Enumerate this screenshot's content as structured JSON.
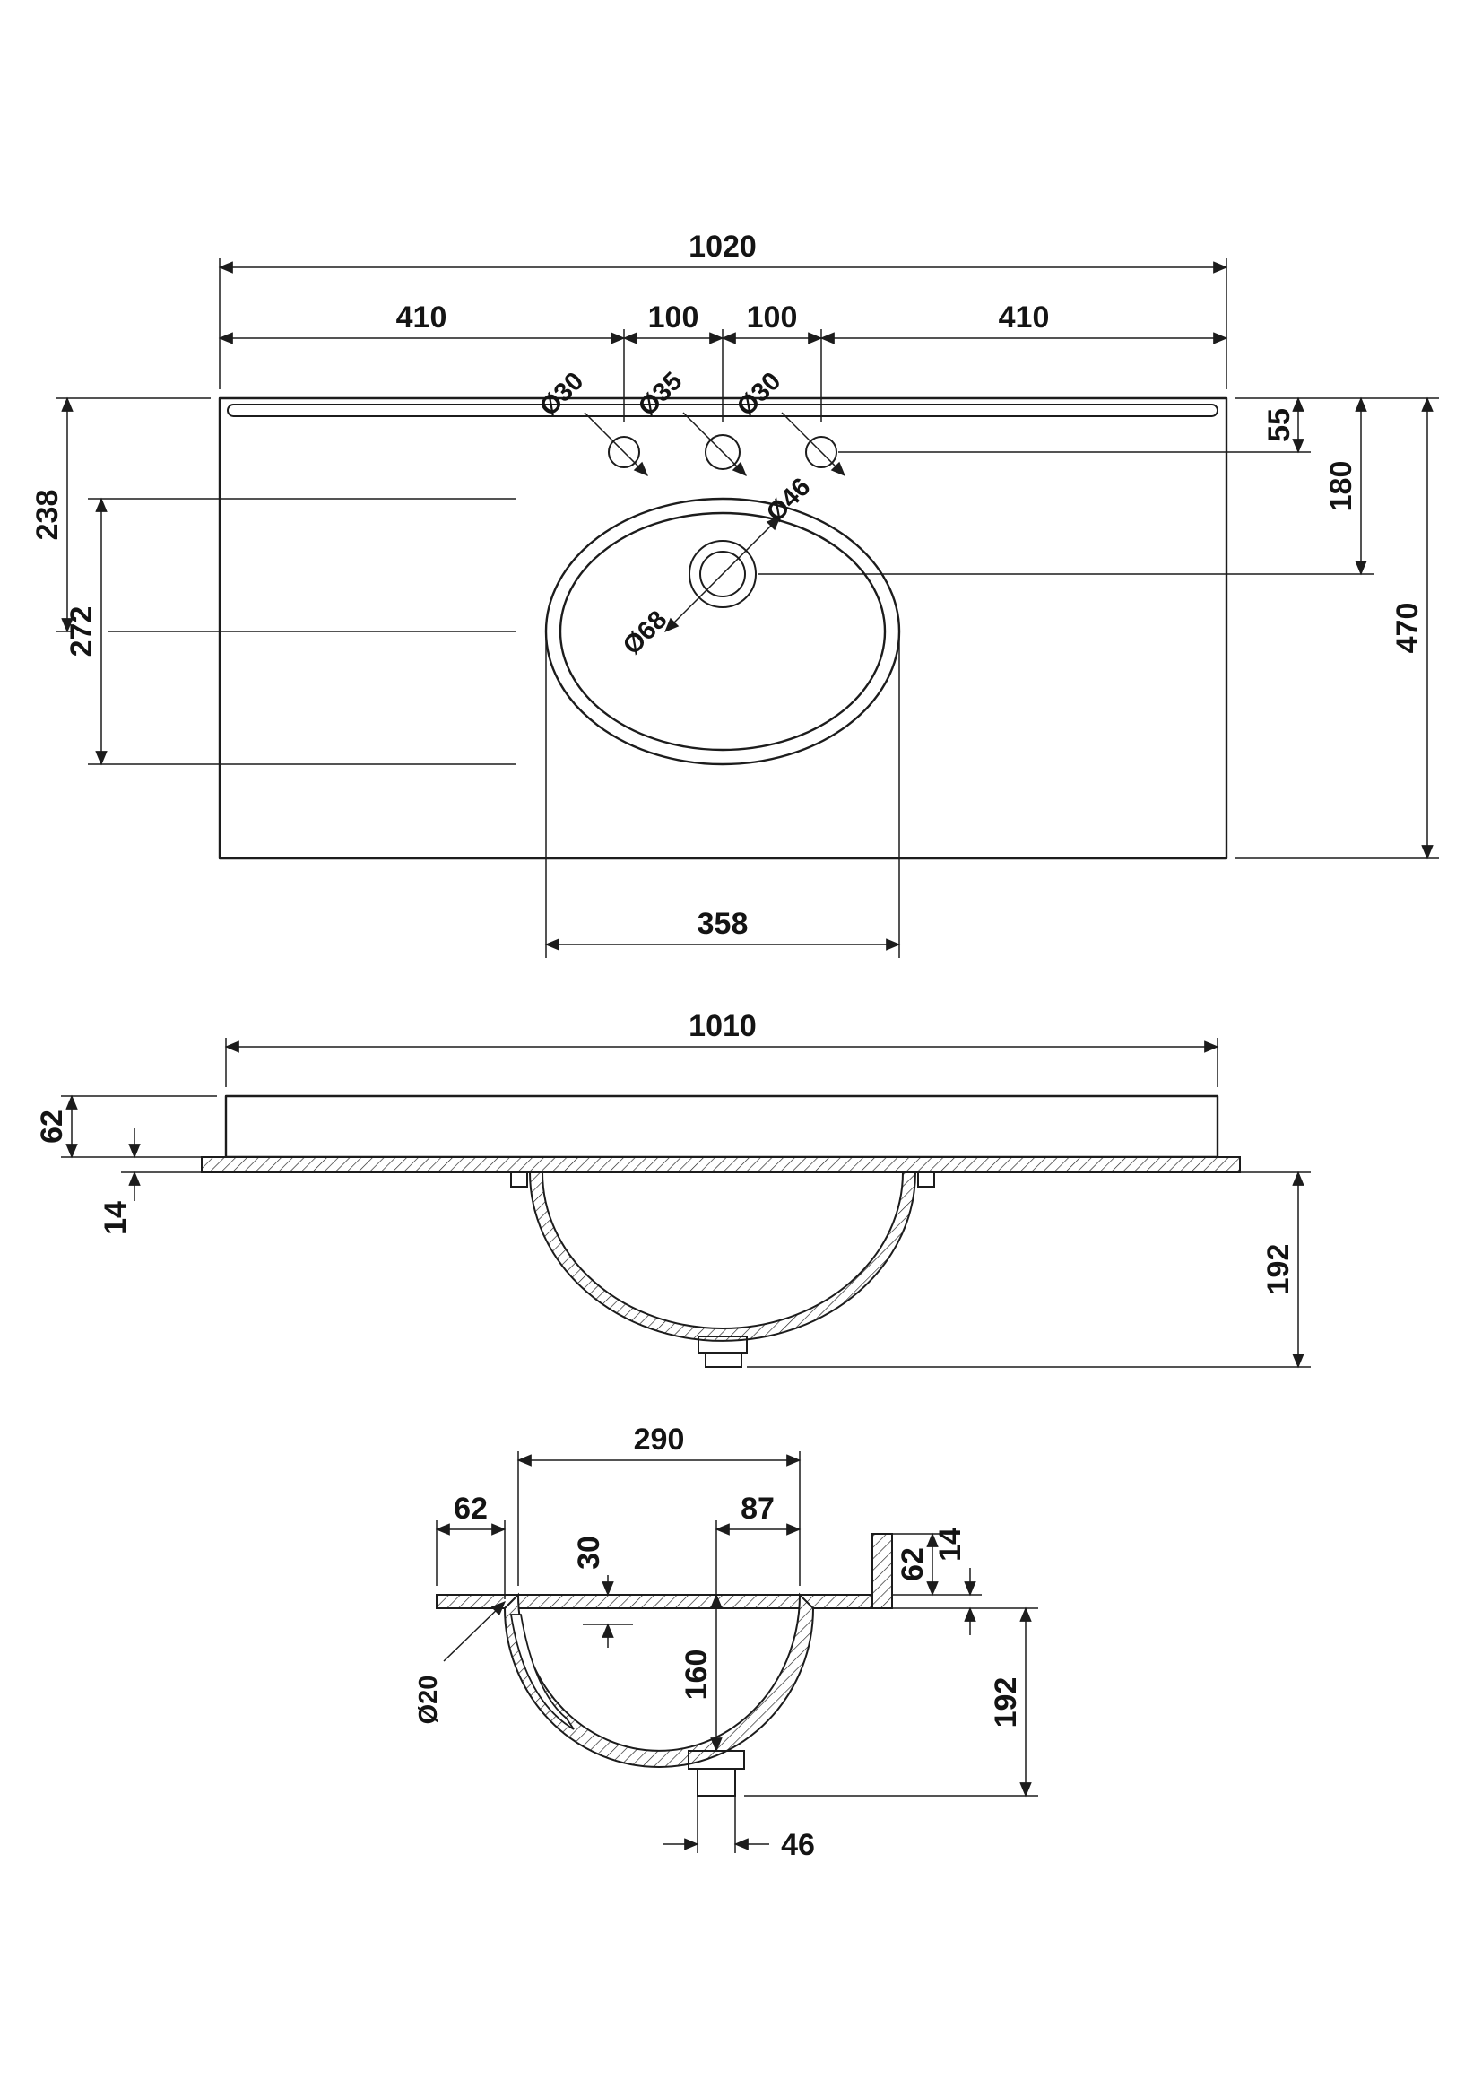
{
  "page": {
    "background": "#ffffff",
    "line_color": "#1c1c1c"
  },
  "views": {
    "plan": {
      "overall_width": "1020",
      "tap_span_left": "410",
      "tap_gap_left": "100",
      "tap_gap_right": "100",
      "tap_span_right": "410",
      "tap_left_dia": "Ø30",
      "tap_center_dia": "Ø35",
      "tap_right_dia": "Ø30",
      "back_to_taps": "55",
      "back_to_waste": "180",
      "overall_depth": "470",
      "back_to_bowl_centre": "238",
      "bowl_depth": "272",
      "bowl_width": "358",
      "waste_outer_dia": "Ø68",
      "waste_inner_dia": "Ø46"
    },
    "front": {
      "overall_width": "1010",
      "slab_thickness": "62",
      "lip_thickness": "14",
      "bowl_depth": "192"
    },
    "side": {
      "opening_width": "290",
      "front_ledge": "62",
      "rim_recess": "30",
      "waste_to_back": "87",
      "upstand_height": "62",
      "lip_thickness": "14",
      "overflow_dia": "Ø20",
      "inner_depth": "160",
      "overall_depth": "192",
      "waste_width": "46"
    }
  }
}
